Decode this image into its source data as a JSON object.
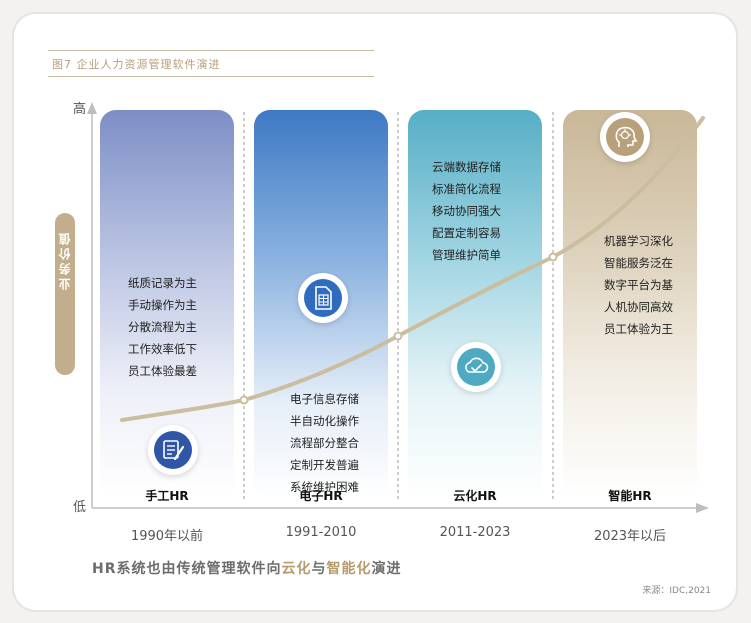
{
  "figure_title": "图7 企业人力资源管理软件演进",
  "y_axis": {
    "high": "高",
    "low": "低",
    "label": "业务价值"
  },
  "eras": [
    {
      "name": "手工HR",
      "years": "1990年以前",
      "lines": [
        "纸质记录为主",
        "手动操作为主",
        "分散流程为主",
        "工作效率低下",
        "员工体验最差"
      ]
    },
    {
      "name": "电子HR",
      "years": "1991-2010",
      "lines": [
        "电子信息存储",
        "半自动化操作",
        "流程部分整合",
        "定制开发普遍",
        "系统维护困难"
      ]
    },
    {
      "name": "云化HR",
      "years": "2011-2023",
      "lines": [
        "云端数据存储",
        "标准简化流程",
        "移动协同强大",
        "配置定制容易",
        "管理维护简单"
      ]
    },
    {
      "name": "智能HR",
      "years": "2023年以后",
      "lines": [
        "机器学习深化",
        "智能服务泛在",
        "数字平台为基",
        "人机协同高效",
        "员工体验为王"
      ]
    }
  ],
  "icons": [
    "document-pen-icon",
    "spreadsheet-file-icon",
    "cloud-sync-icon",
    "ai-head-icon"
  ],
  "caption": {
    "prefix": "HR系统也由传统管理软件向",
    "highlight1": "云化",
    "mid": "与",
    "highlight2": "智能化",
    "suffix": "演进"
  },
  "source": "来源：IDC,2021",
  "colors": {
    "manual": "#7d8ec6",
    "electronic": "#3e79c4",
    "cloud": "#56aec6",
    "intelligent": "#c9b797",
    "curve": "#cbbd9f",
    "accent": "#b69b6e"
  }
}
